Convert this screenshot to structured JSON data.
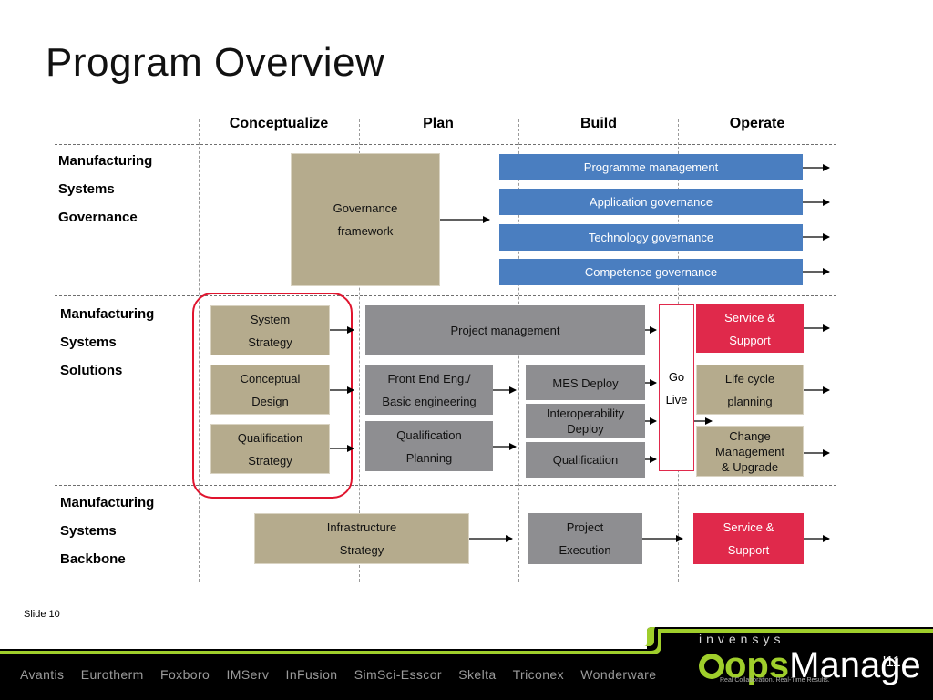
{
  "title": "Program Overview",
  "phases": [
    "Conceptualize",
    "Plan",
    "Build",
    "Operate"
  ],
  "row_labels": {
    "governance": [
      "Manufacturing",
      "Systems",
      "Governance"
    ],
    "solutions": [
      "Manufacturing",
      "Systems",
      "Solutions"
    ],
    "backbone": [
      "Manufacturing",
      "Systems",
      "Backbone"
    ]
  },
  "boxes": {
    "governance_framework": [
      "Governance",
      "framework"
    ],
    "programme_management": "Programme management",
    "application_governance": "Application governance",
    "technology_governance": "Technology governance",
    "competence_governance": "Competence governance",
    "system_strategy": [
      "System",
      "Strategy"
    ],
    "conceptual_design": [
      "Conceptual",
      "Design"
    ],
    "qualification_strategy": [
      "Qualification",
      "Strategy"
    ],
    "project_management": "Project management",
    "front_end": [
      "Front End Eng./",
      "Basic engineering"
    ],
    "qualification_planning": [
      "Qualification",
      "Planning"
    ],
    "mes_deploy": "MES Deploy",
    "interoperability_deploy": [
      "Interoperability",
      "Deploy"
    ],
    "qualification": "Qualification",
    "go_live": [
      "Go",
      "Live"
    ],
    "service_support_1": [
      "Service &",
      "Support"
    ],
    "life_cycle_planning": [
      "Life cycle",
      "planning"
    ],
    "change_management": [
      "Change",
      "Management",
      "& Upgrade"
    ],
    "infrastructure_strategy": [
      "Infrastructure",
      "Strategy"
    ],
    "project_execution": [
      "Project",
      "Execution"
    ],
    "service_support_2": [
      "Service &",
      "Support"
    ]
  },
  "footer": {
    "slide": "Slide 10",
    "brands": [
      "Avantis",
      "Eurotherm",
      "Foxboro",
      "IMServ",
      "InFusion",
      "SimSci-Esscor",
      "Skelta",
      "Triconex",
      "Wonderware"
    ],
    "company": "invensys",
    "product_prefix": "ops",
    "product_suffix": "Manage",
    "year": "'11",
    "tagline": "Real Collaboration. Real-Time Results."
  },
  "colors": {
    "tan": "#b5ab8d",
    "blue": "#4a7ec0",
    "grey": "#8e8e91",
    "red": "#e0294b",
    "green": "#9fce2b"
  }
}
